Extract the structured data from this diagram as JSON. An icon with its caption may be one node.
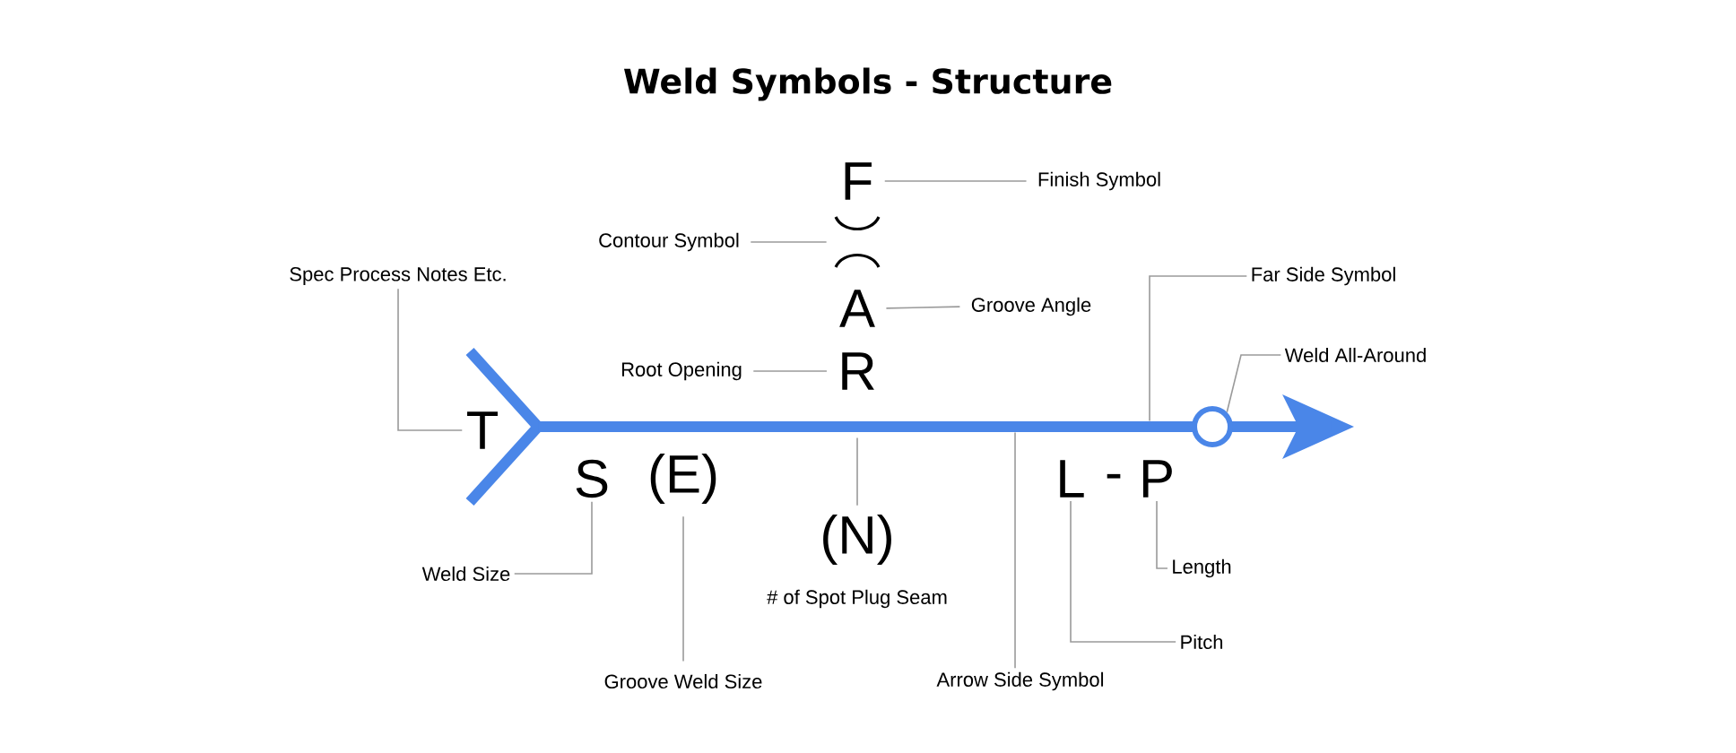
{
  "diagram": {
    "title": "Weld Symbols - Structure",
    "nodes": [
      {
        "text": [
          "F"
        ]
      },
      {
        "text": [
          "Finish Symbol"
        ]
      },
      {
        "text": [
          "Contour Symbol"
        ]
      },
      {
        "text": [],
        "shape": "arcs"
      },
      {
        "text": [
          "Spec Process Notes Etc."
        ]
      },
      {
        "text": [
          "Far Side Symbol"
        ]
      },
      {
        "text": [
          "A"
        ]
      },
      {
        "text": [
          "Groove Angle"
        ]
      },
      {
        "text": [
          "Weld All-Around"
        ]
      },
      {
        "text": [
          "R"
        ]
      },
      {
        "text": [
          "Root Opening"
        ]
      },
      {
        "text": [
          "T"
        ]
      },
      {
        "text": [],
        "shape": "arrow"
      },
      {
        "text": [],
        "shape": "circle"
      },
      {
        "text": [
          "S"
        ]
      },
      {
        "text": [
          "(E)"
        ]
      },
      {
        "text": [
          "L"
        ]
      },
      {
        "text": [
          "P"
        ]
      },
      {
        "text": [
          "(N)"
        ],
        "beside": [
          "# of Spot Plug Seam"
        ]
      },
      {
        "text": [
          "Length"
        ]
      },
      {
        "text": [
          "Weld Size"
        ]
      },
      {
        "text": [
          "Pitch"
        ]
      },
      {
        "text": [
          "Groove Weld Size"
        ]
      },
      {
        "text": [
          "Arrow Side Symbol"
        ]
      }
    ],
    "edges": [
      {
        "from": 1,
        "to": 0,
        "arrow": "none"
      },
      {
        "from": 2,
        "to": 3,
        "arrow": "none"
      },
      {
        "from": 4,
        "to": 11,
        "arrow": "none"
      },
      {
        "from": 5,
        "to": 12,
        "arrow": "none"
      },
      {
        "from": 7,
        "to": 6,
        "arrow": "none"
      },
      {
        "from": 8,
        "to": 13,
        "arrow": "none"
      },
      {
        "from": 10,
        "to": 9,
        "arrow": "none"
      },
      {
        "from": 19,
        "to": 17,
        "arrow": "none"
      },
      {
        "from": 20,
        "to": 14,
        "arrow": "none"
      },
      {
        "from": 21,
        "to": 16,
        "arrow": "none"
      },
      {
        "from": 22,
        "to": 15,
        "arrow": "none"
      },
      {
        "from": 18,
        "to": 12,
        "arrow": "none"
      },
      {
        "from": 23,
        "to": 12,
        "arrow": "none"
      }
    ],
    "labels": [
      "-"
    ]
  }
}
